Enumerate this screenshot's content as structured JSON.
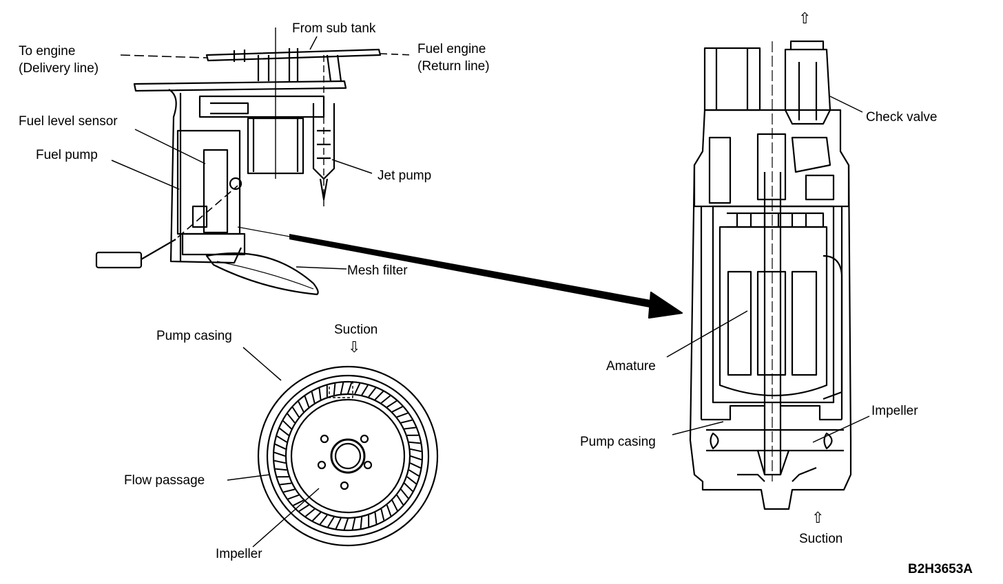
{
  "labels": {
    "from_sub_tank": "From sub tank",
    "to_engine_1": "To engine",
    "to_engine_2": "(Delivery line)",
    "fuel_engine_1": "Fuel engine",
    "fuel_engine_2": "(Return line)",
    "fuel_level_sensor": "Fuel level sensor",
    "fuel_pump": "Fuel pump",
    "jet_pump": "Jet  pump",
    "mesh_filter": "Mesh filter",
    "check_valve": "Check valve",
    "amature": "Amature",
    "impeller_right": "Impeller",
    "pump_casing_right": "Pump casing",
    "suction_right": "Suction",
    "suction_left": "Suction",
    "pump_casing_left": "Pump casing",
    "flow_passage": "Flow passage",
    "impeller_left": "Impeller",
    "figure_code": "B2H3653A"
  },
  "arrow_glyphs": {
    "up": "⇧",
    "down": "⇩"
  }
}
